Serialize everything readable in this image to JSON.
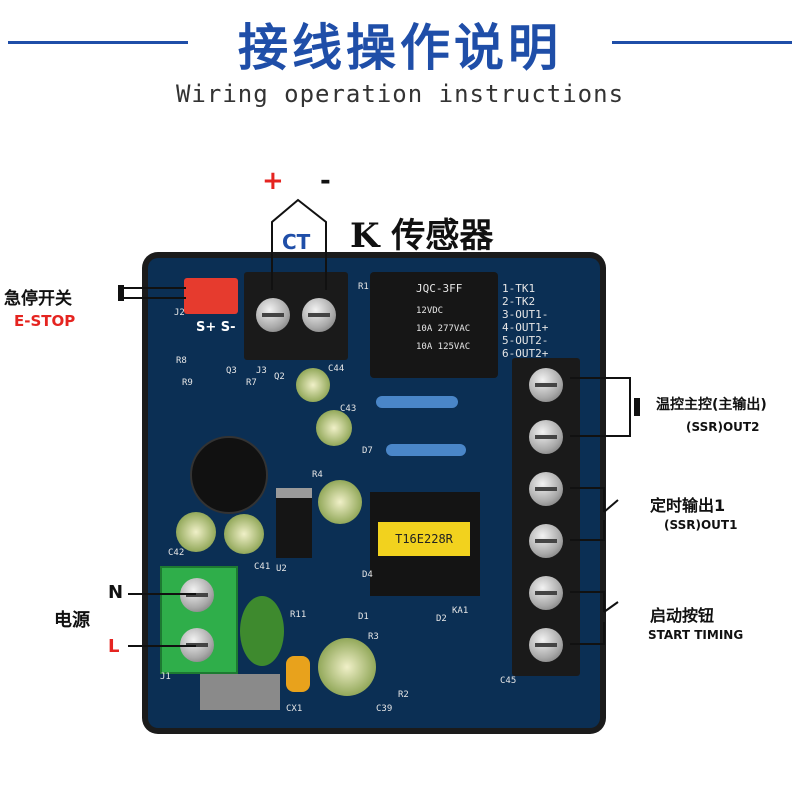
{
  "header": {
    "title": "接线操作说明",
    "subtitle": "Wiring operation instructions"
  },
  "sensor": {
    "plus": "+",
    "minus": "-",
    "ct": "CT",
    "name": "K 传感器"
  },
  "estop": {
    "cn": "急停开关",
    "en": "E-STOP",
    "pins": "S+ S-"
  },
  "power": {
    "label": "电源",
    "n": "N",
    "l": "L"
  },
  "outputs": [
    {
      "cn": "温控主控(主输出)",
      "en": "(SSR)OUT2"
    },
    {
      "cn": "定时输出1",
      "en": "(SSR)OUT1"
    },
    {
      "cn": "启动按钮",
      "en": "START TIMING"
    }
  ],
  "relay": {
    "model": "JQC-3FF",
    "line1": "12VDC",
    "line2": "10A 277VAC",
    "line3": "10A 125VAC"
  },
  "pin_labels": [
    "1-TK1",
    "2-TK2",
    "3-OUT1-",
    "4-OUT1+",
    "5-OUT2-",
    "6-OUT2+"
  ],
  "transformer": {
    "code": "T16E228R"
  },
  "silkscreen": [
    "J2",
    "R8",
    "R9",
    "Q3",
    "J3",
    "R7",
    "Q2",
    "C44",
    "C43",
    "U2",
    "C42",
    "C41",
    "R1",
    "R4",
    "J1",
    "D1",
    "D2",
    "R3",
    "KA1",
    "CX1",
    "C39",
    "R2",
    "C45",
    "D4",
    "D7",
    "R11"
  ],
  "colors": {
    "title": "#1f4ea8",
    "board": "#0b2f54",
    "accent_red": "#e52420"
  }
}
